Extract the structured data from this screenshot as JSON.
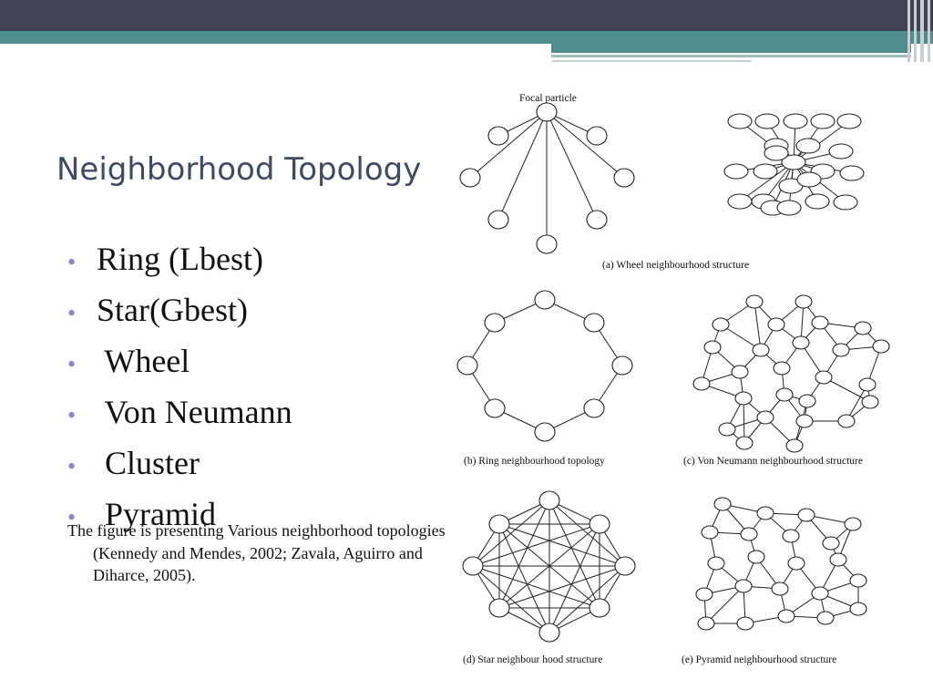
{
  "slide": {
    "title": "Neighborhood Topology",
    "bullets": [
      "Ring (Lbest)",
      "Star(Gbest)",
      " Wheel",
      " Von Neumann",
      " Cluster",
      " Pyramid"
    ],
    "bullet_symbol": "•",
    "caption": "The figure is presenting Various neighborhood  topologies (Kennedy and Mendes, 2002; Zavala, Aguirro and Diharce, 2005)."
  },
  "figure": {
    "focal_label": "Focal particle",
    "captions": {
      "wheel": "(a) Wheel neighbourhood structure",
      "ring": "(b) Ring neighbourhood topology",
      "von_neumann": "(c) Von Neumann neighbourhood structure",
      "star": "(d) Star neighbour hood structure",
      "pyramid": "(e) Pyramid neighbourhood structure"
    }
  },
  "colors": {
    "header_dark": "#434356",
    "header_teal": "#4f8d8f",
    "title_text": "#3f4b63",
    "bullet_dot": "#8b84c6"
  }
}
